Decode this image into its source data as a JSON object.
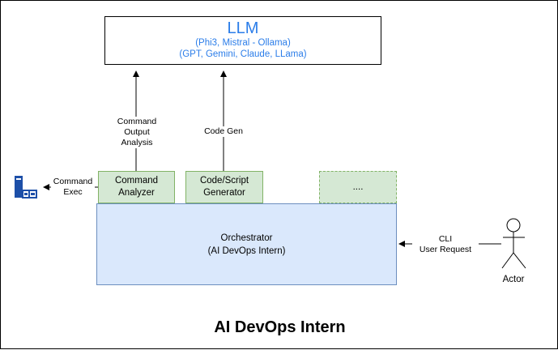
{
  "title": "AI DevOps Intern",
  "llm": {
    "title": "LLM",
    "line1": "(Phi3, Mistral - Ollama)",
    "line2": "(GPT, Gemini, Claude, LLama)"
  },
  "components": {
    "command_analyzer": "Command\nAnalyzer",
    "code_generator": "Code/Script\nGenerator",
    "placeholder": "...."
  },
  "orchestrator": {
    "line1": "Orchestrator",
    "line2": "(AI DevOps Intern)"
  },
  "edges": {
    "command_output_analysis": "Command\nOutput\nAnalysis",
    "code_gen": "Code Gen",
    "command_exec": "Command\nExec",
    "cli_user_request": "CLI\nUser Request"
  },
  "actor": {
    "label": "Actor"
  },
  "colors": {
    "llm_text": "#2b7de9",
    "component_fill": "#d5e8d4",
    "component_stroke": "#82b366",
    "orchestrator_fill": "#dae8fc",
    "orchestrator_stroke": "#6c8ebf",
    "server_icon": "#1d4fa8"
  },
  "icons": {
    "server": "server-icon",
    "actor": "stick-figure-icon"
  }
}
